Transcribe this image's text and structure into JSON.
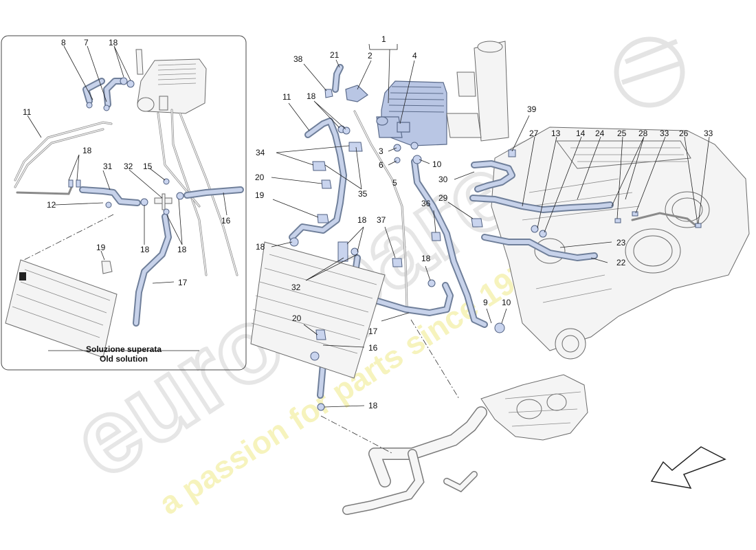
{
  "inset": {
    "title_it": "Soluzione superata",
    "title_en": "Old solution"
  },
  "watermark": {
    "brand": "eurospares",
    "tagline": "a passion for parts since 1974"
  },
  "labels": [
    {
      "id": "in-8",
      "text": "8"
    },
    {
      "id": "in-7",
      "text": "7"
    },
    {
      "id": "in-18a",
      "text": "18"
    },
    {
      "id": "in-11",
      "text": "11"
    },
    {
      "id": "in-18b",
      "text": "18"
    },
    {
      "id": "in-31",
      "text": "31"
    },
    {
      "id": "in-32",
      "text": "32"
    },
    {
      "id": "in-15",
      "text": "15"
    },
    {
      "id": "in-12",
      "text": "12"
    },
    {
      "id": "in-16",
      "text": "16"
    },
    {
      "id": "in-18c",
      "text": "18"
    },
    {
      "id": "in-18d",
      "text": "18"
    },
    {
      "id": "in-19",
      "text": "19"
    },
    {
      "id": "in-17",
      "text": "17"
    },
    {
      "id": "m-1",
      "text": "1"
    },
    {
      "id": "m-2",
      "text": "2"
    },
    {
      "id": "m-4",
      "text": "4"
    },
    {
      "id": "m-38",
      "text": "38"
    },
    {
      "id": "m-21",
      "text": "21"
    },
    {
      "id": "m-11",
      "text": "11"
    },
    {
      "id": "m-18a",
      "text": "18"
    },
    {
      "id": "m-39",
      "text": "39"
    },
    {
      "id": "m-34",
      "text": "34"
    },
    {
      "id": "m-3",
      "text": "3"
    },
    {
      "id": "m-10a",
      "text": "10"
    },
    {
      "id": "m-6",
      "text": "6"
    },
    {
      "id": "m-5",
      "text": "5"
    },
    {
      "id": "m-20a",
      "text": "20"
    },
    {
      "id": "m-35",
      "text": "35"
    },
    {
      "id": "m-19",
      "text": "19"
    },
    {
      "id": "m-30",
      "text": "30"
    },
    {
      "id": "m-29",
      "text": "29"
    },
    {
      "id": "m-36",
      "text": "36"
    },
    {
      "id": "m-37",
      "text": "37"
    },
    {
      "id": "m-18b",
      "text": "18"
    },
    {
      "id": "m-18c",
      "text": "18"
    },
    {
      "id": "m-32",
      "text": "32"
    },
    {
      "id": "m-18d",
      "text": "18"
    },
    {
      "id": "m-9",
      "text": "9"
    },
    {
      "id": "m-10b",
      "text": "10"
    },
    {
      "id": "m-17",
      "text": "17"
    },
    {
      "id": "m-20b",
      "text": "20"
    },
    {
      "id": "m-16",
      "text": "16"
    },
    {
      "id": "m-18e",
      "text": "18"
    },
    {
      "id": "m-27",
      "text": "27"
    },
    {
      "id": "m-13",
      "text": "13"
    },
    {
      "id": "m-14",
      "text": "14"
    },
    {
      "id": "m-24",
      "text": "24"
    },
    {
      "id": "m-25",
      "text": "25"
    },
    {
      "id": "m-28",
      "text": "28"
    },
    {
      "id": "m-33a",
      "text": "33"
    },
    {
      "id": "m-26",
      "text": "26"
    },
    {
      "id": "m-33b",
      "text": "33"
    },
    {
      "id": "m-23",
      "text": "23"
    },
    {
      "id": "m-22",
      "text": "22"
    }
  ],
  "colors": {
    "highlight_part": "#b9c6e4",
    "highlight_edge": "#5a6a8a",
    "watermark_brand": "#e6e6e6",
    "watermark_tagline": "#f3f0a8"
  }
}
